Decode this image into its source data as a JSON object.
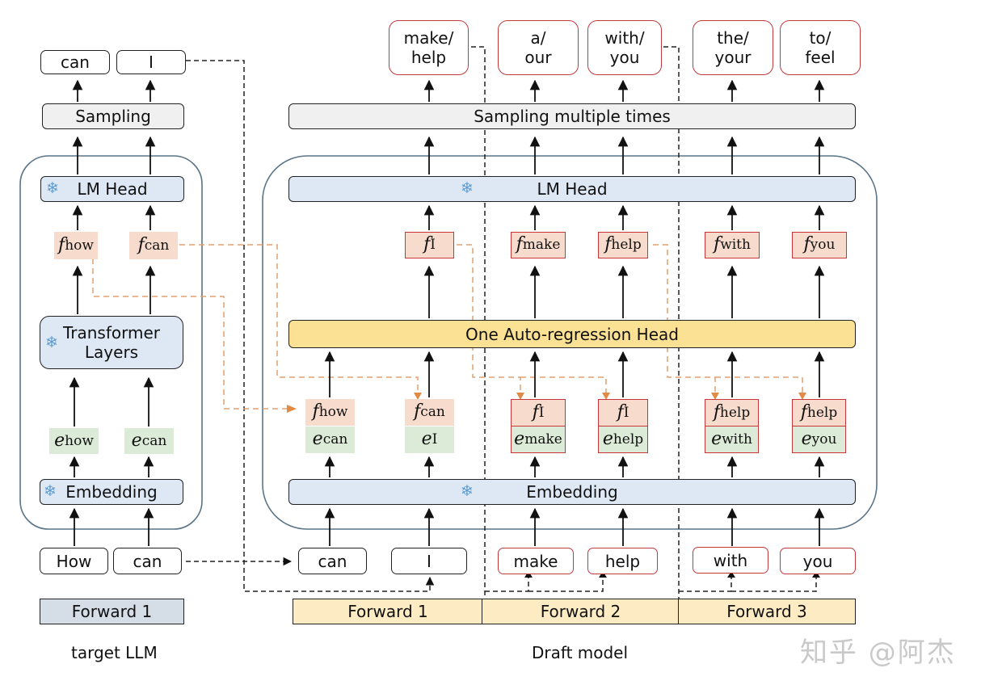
{
  "target": {
    "outputs": [
      "can",
      "I"
    ],
    "sampling_label": "Sampling",
    "lm_head_label": "LM Head",
    "features": [
      {
        "sym": "f",
        "sub": "how"
      },
      {
        "sym": "f",
        "sub": "can"
      }
    ],
    "transformer_label_line1": "Transformer",
    "transformer_label_line2": "Layers",
    "embeddings": [
      {
        "sym": "e",
        "sub": "how"
      },
      {
        "sym": "e",
        "sub": "can"
      }
    ],
    "embedding_label": "Embedding",
    "inputs": [
      "How",
      "can"
    ],
    "forward_label": "Forward 1",
    "caption": "target LLM"
  },
  "draft": {
    "outputs": [
      {
        "line1": "make/",
        "line2": "help"
      },
      {
        "line1": "a/",
        "line2": "our"
      },
      {
        "line1": "with/",
        "line2": "you"
      },
      {
        "line1": "the/",
        "line2": "your"
      },
      {
        "line1": "to/",
        "line2": "feel"
      }
    ],
    "sampling_label": "Sampling multiple times",
    "lm_head_label": "LM Head",
    "head_features": [
      {
        "sym": "f",
        "sub": "I"
      },
      {
        "sym": "f",
        "sub": "make"
      },
      {
        "sym": "f",
        "sub": "help"
      },
      {
        "sym": "f",
        "sub": "with"
      },
      {
        "sym": "f",
        "sub": "you"
      }
    ],
    "ar_head_label": "One Auto-regression Head",
    "input_pairs": [
      {
        "f": {
          "sym": "f",
          "sub": "how"
        },
        "e": {
          "sym": "e",
          "sub": "can"
        }
      },
      {
        "f": {
          "sym": "f",
          "sub": "can"
        },
        "e": {
          "sym": "e",
          "sub": "I"
        }
      },
      {
        "f": {
          "sym": "f",
          "sub": "I"
        },
        "e": {
          "sym": "e",
          "sub": "make"
        }
      },
      {
        "f": {
          "sym": "f",
          "sub": "I"
        },
        "e": {
          "sym": "e",
          "sub": "help"
        }
      },
      {
        "f": {
          "sym": "f",
          "sub": "help"
        },
        "e": {
          "sym": "e",
          "sub": "with"
        }
      },
      {
        "f": {
          "sym": "f",
          "sub": "help"
        },
        "e": {
          "sym": "e",
          "sub": "you"
        }
      }
    ],
    "embedding_label": "Embedding",
    "inputs": [
      "can",
      "I",
      "make",
      "help",
      "with",
      "you"
    ],
    "forward_labels": [
      "Forward 1",
      "Forward 2",
      "Forward 3"
    ],
    "caption": "Draft model"
  },
  "watermark": "知乎 @阿杰",
  "colors": {
    "frozen_blue": "#dde8f4",
    "ar_head_yellow": "#fbe193",
    "feature_orange": "#f7dccd",
    "embedding_green": "#dcebd7",
    "draft_token_red": "#c0393c",
    "feature_route_orange": "#e08a45",
    "container_slate": "#5a7488"
  }
}
